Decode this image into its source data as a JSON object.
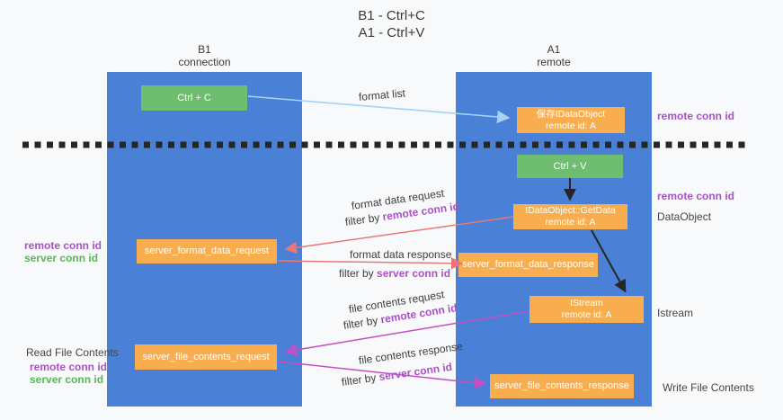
{
  "title": {
    "line1": "B1 - Ctrl+C",
    "line2": "A1 - Ctrl+V"
  },
  "lanes": {
    "left": {
      "name": "B1",
      "subtitle": "connection"
    },
    "right": {
      "name": "A1",
      "subtitle": "remote"
    }
  },
  "nodes": {
    "ctrl_c": {
      "label": "Ctrl + C"
    },
    "ctrl_v": {
      "label": "Ctrl + V"
    },
    "save_dataobject": {
      "line1": "保存IDataObject",
      "line2": "remote id: A"
    },
    "getdata": {
      "line1": "IDataObject::GetData",
      "line2": "remote id: A"
    },
    "istream": {
      "line1": "IStream",
      "line2": "remote id: A"
    },
    "format_request": {
      "label": "server_format_data_request"
    },
    "format_response": {
      "label": "server_format_data_response"
    },
    "file_request": {
      "label": "server_file_contents_request"
    },
    "file_response": {
      "label": "server_file_contents_response"
    }
  },
  "flows": {
    "format_list": {
      "label": "format list"
    },
    "format_data_request": {
      "label": "format data request",
      "filter_prefix": "filter by ",
      "filter_value": "remote conn id"
    },
    "format_data_response": {
      "label": "format data response",
      "filter_prefix": "filter by ",
      "filter_value": "server conn id"
    },
    "file_contents_request": {
      "label": "file contents request",
      "filter_prefix": "filter by ",
      "filter_value": "remote conn id"
    },
    "file_contents_response": {
      "label": "file contents response",
      "filter_prefix": "filter by ",
      "filter_value": "server conn id"
    }
  },
  "annotations": {
    "right": [
      {
        "text": "remote conn id"
      },
      {
        "text": "remote conn id"
      },
      {
        "text": "DataObject"
      },
      {
        "text": "Istream"
      },
      {
        "text": "Write File Contents"
      }
    ],
    "left": [
      {
        "text": "remote conn id"
      },
      {
        "text": "server conn id"
      },
      {
        "text": "Read File Contents"
      },
      {
        "text": "remote conn id"
      },
      {
        "text": "server conn id"
      }
    ]
  },
  "colors": {
    "lane_blue": "#4a80d6",
    "node_green": "#6fbe70",
    "node_orange": "#f8ae4e",
    "label_purple": "#ab51c8",
    "label_green": "#55b858",
    "arrow_salmon": "#e97777",
    "arrow_magenta": "#c44fc4",
    "arrow_lightblue": "#a5d2f3",
    "arrow_black": "#262626"
  }
}
